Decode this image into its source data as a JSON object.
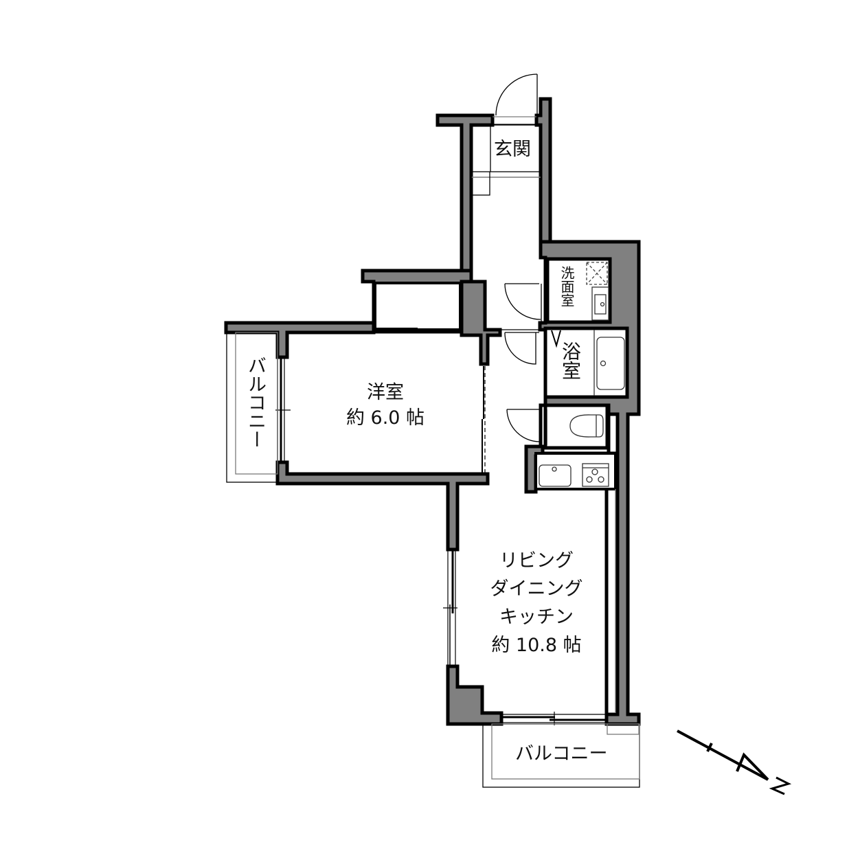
{
  "floorplan": {
    "colors": {
      "wall_fill": "#808080",
      "wall_outline": "#000000",
      "line_thin": "#000000",
      "line_gray": "#7a7a7a",
      "background": "#ffffff"
    },
    "rooms": {
      "entrance": {
        "label": "玄関"
      },
      "washroom": {
        "label": "洗面室"
      },
      "bathroom": {
        "label": "浴室"
      },
      "western_room": {
        "name": "洋室",
        "area": "約 6.0 帖"
      },
      "ldk": {
        "line1": "リビング",
        "line2": "ダイニング",
        "line3": "キッチン",
        "area": "約 10.8 帖"
      },
      "balcony_west": {
        "label": "バルコニー"
      },
      "balcony_south": {
        "label": "バルコニー"
      }
    },
    "compass": {
      "label": "N",
      "icon": "north-arrow-icon"
    },
    "fixtures": [
      "washing-machine-pan-icon",
      "washbasin-icon",
      "bathtub-icon",
      "toilet-icon",
      "kitchen-sink-icon",
      "stove-icon"
    ]
  }
}
